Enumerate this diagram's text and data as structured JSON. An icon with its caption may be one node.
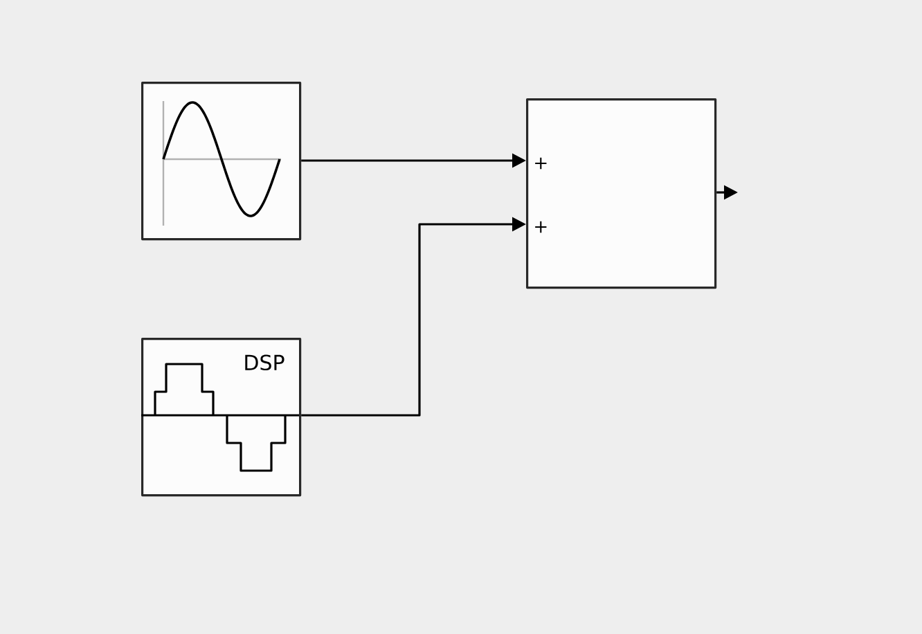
{
  "diagram": {
    "nodes": [
      {
        "text": [],
        "shape": "box"
      },
      {
        "text": [
          "DSP"
        ]
      },
      {
        "text": [
          "+",
          "+"
        ]
      }
    ],
    "edges": [
      {
        "from": 0,
        "to": 2,
        "arrow": "to"
      },
      {
        "from": 1,
        "to": 2,
        "arrow": "to"
      },
      {
        "from": 2,
        "to": null,
        "arrow": "to"
      }
    ]
  }
}
